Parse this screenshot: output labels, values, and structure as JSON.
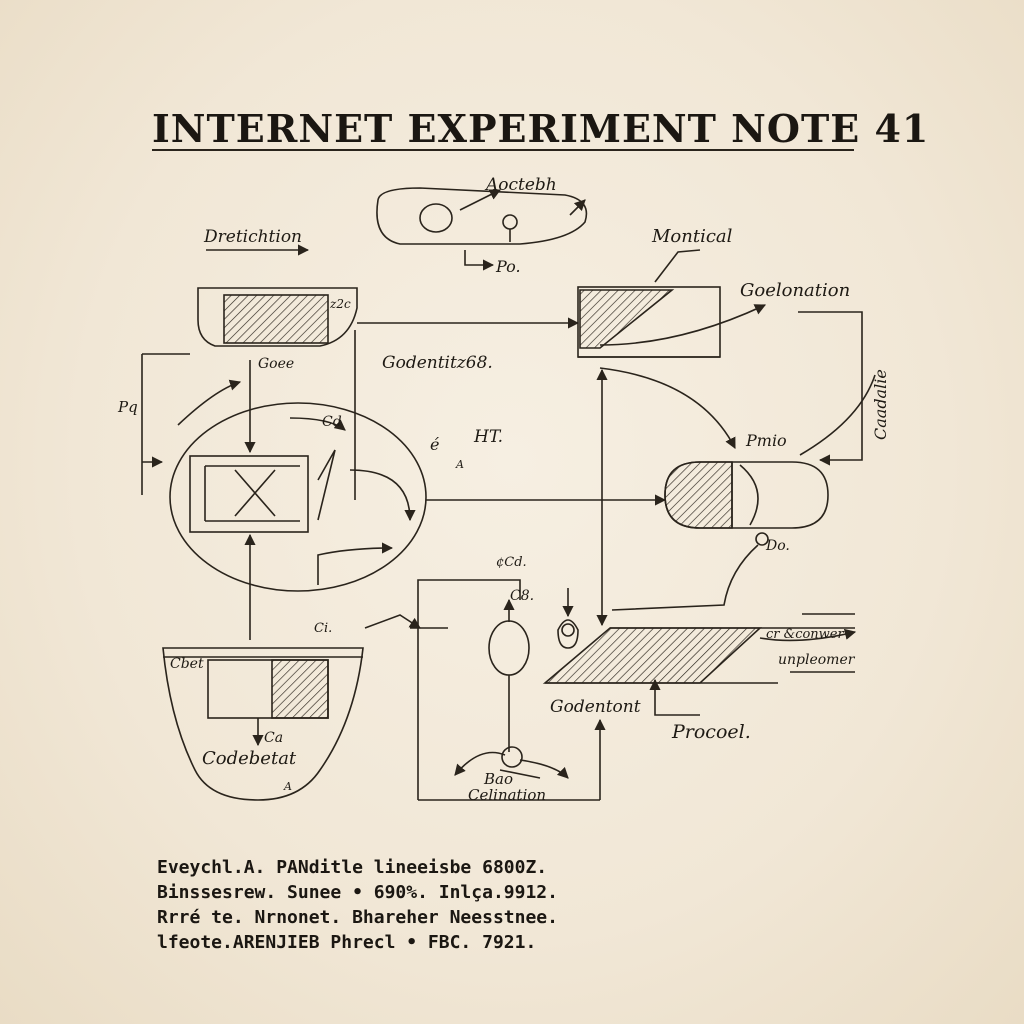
{
  "title": "INTERNET EXPERIMENT NOTE 41",
  "labels": {
    "aoctebh": "Aoctebh",
    "po": "Po.",
    "dretichtion": "Dretichtion",
    "montical": "Montical",
    "goelonation": "Goelonation",
    "z2c": "z2c",
    "goeee": "Goee",
    "godentitz": "Godentitz68.",
    "pq": "Pq",
    "cd": "Cd",
    "ht": "HT.",
    "b": "é",
    "pmio": "Pmio",
    "caadalie": "Caadalie",
    "do": "Do.",
    "ccd": "¢Cd.",
    "ci": "Ci.",
    "ggd": "C8.",
    "cbet": "Cbet",
    "ca": "Ca",
    "code": "Codebetat",
    "godentont": "Godentont",
    "procoel": "Procoel.",
    "crconwer": "cr &conwer",
    "unpleomer": "unpleomer",
    "bao": "Bao",
    "celination": "Celination",
    "a1": "A",
    "a2": "A"
  },
  "caption": {
    "line1": "Eveychl.A. PANditle lineeisbe 6800Z.",
    "line2": "Binssesrew. Sunee • 690%. Inlça.9912.",
    "line3": "Rrré te. Nrnonet. Bhareher Neesstnee.",
    "line4": "lfeote.ARENJIEB Phrecl • FBC. 7921."
  }
}
